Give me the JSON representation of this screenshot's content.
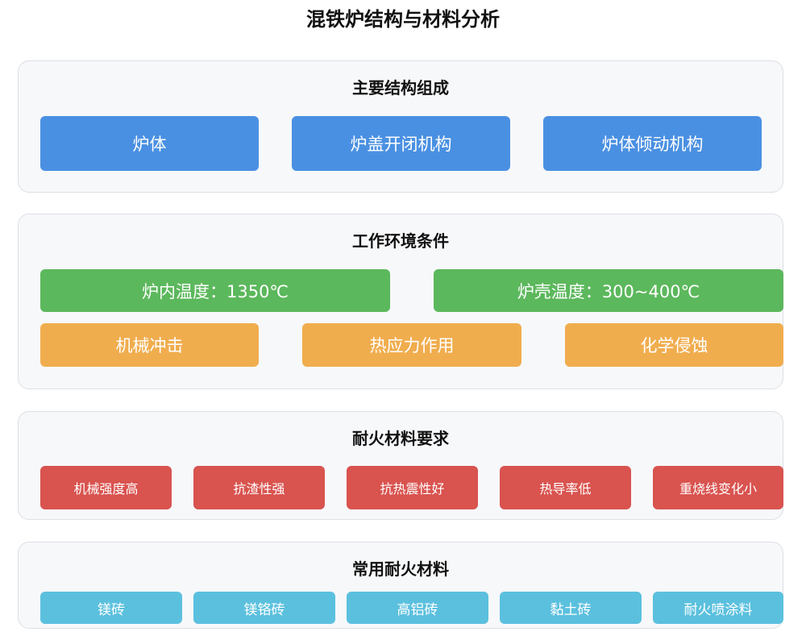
{
  "title": "混铁炉结构与材料分析",
  "structure": {
    "title": "主要结构组成",
    "items": [
      "炉体",
      "炉盖开闭机构",
      "炉体倾动机构"
    ]
  },
  "conditions": {
    "title": "工作环境条件",
    "temps": [
      "炉内温度：1350℃",
      "炉壳温度：300~400℃"
    ],
    "factors": [
      "机械冲击",
      "热应力作用",
      "化学侵蚀"
    ]
  },
  "requirements": {
    "title": "耐火材料要求",
    "items": [
      "机械强度高",
      "抗渣性强",
      "抗热震性好",
      "热导率低",
      "重烧线变化小"
    ]
  },
  "materials": {
    "title": "常用耐火材料",
    "items": [
      "镁砖",
      "镁铬砖",
      "高铝砖",
      "黏土砖",
      "耐火喷涂料"
    ]
  },
  "colors": {
    "structure": "#4a90e2",
    "temperature": "#5cb85c",
    "factor": "#f0ad4e",
    "requirement": "#d9534f",
    "material": "#5bc0de"
  }
}
